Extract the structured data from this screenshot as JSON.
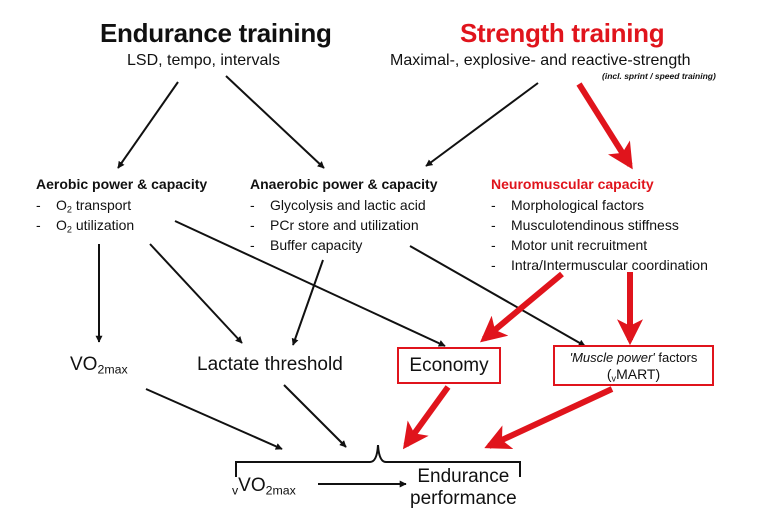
{
  "colors": {
    "accent": "#e0141c",
    "text": "#111111"
  },
  "endurance": {
    "title": "Endurance training",
    "subtitle": "LSD, tempo, intervals"
  },
  "strength": {
    "title": "Strength training",
    "subtitle": "Maximal-, explosive- and reactive-strength",
    "note": "(incl. sprint / speed training)"
  },
  "aerobic": {
    "title": "Aerobic power & capacity",
    "items": [
      {
        "pre": "O",
        "sub": "2",
        "post": " transport"
      },
      {
        "pre": "O",
        "sub": "2",
        "post": " utilization"
      }
    ]
  },
  "anaerobic": {
    "title": "Anaerobic power & capacity",
    "items": [
      "Glycolysis and lactic acid",
      "PCr store and utilization",
      "Buffer capacity"
    ]
  },
  "neuromuscular": {
    "title": "Neuromuscular capacity",
    "items": [
      "Morphological factors",
      "Musculotendinous stiffness",
      "Motor unit recruitment",
      "Intra/Intermuscular coordination"
    ]
  },
  "dash": "-",
  "vo2max": {
    "main": "VO",
    "sub": "2max"
  },
  "lactate": "Lactate threshold",
  "economy": "Economy",
  "muscle_power": {
    "italic": "'Muscle power'",
    "rest": " factors",
    "open": "(",
    "presub": "v",
    "main": "MART)"
  },
  "vvo2max": {
    "presub": "v",
    "main": "VO",
    "sub": "2max"
  },
  "performance": {
    "line1": "Endurance",
    "line2": "performance"
  }
}
